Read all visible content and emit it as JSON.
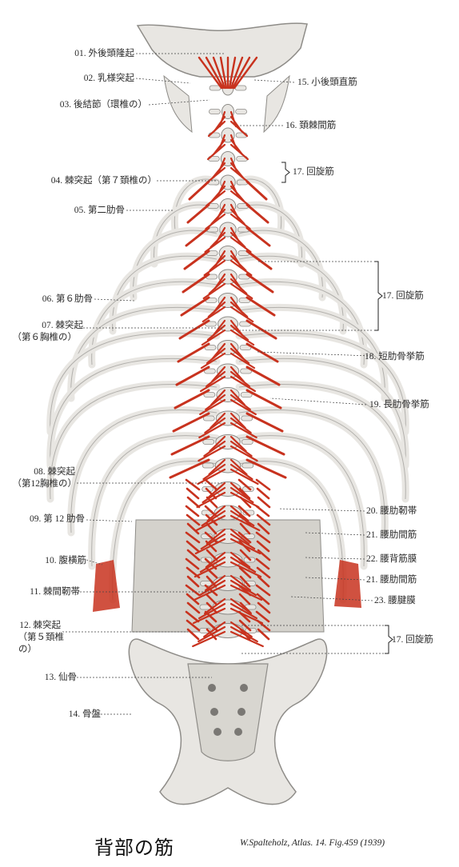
{
  "title": "背部の筋",
  "credit": "W.Spalteholz, Atlas. 14. Fig.459 (1939)",
  "colors": {
    "bone": "#e8e6e2",
    "bone_shadow": "#8e8c88",
    "muscle": "#c8321e",
    "fascia": "#d4d2cc",
    "leader": "#444444"
  },
  "labels_left": [
    {
      "id": "l01",
      "text": "01. 外後頭隆起"
    },
    {
      "id": "l02",
      "text": "02. 乳様突起"
    },
    {
      "id": "l03",
      "text": "03. 後結節（環椎の）"
    },
    {
      "id": "l04",
      "text": "04. 棘突起（第７頚椎の）"
    },
    {
      "id": "l05",
      "text": "05. 第二肋骨"
    },
    {
      "id": "l06",
      "text": "06. 第６肋骨"
    },
    {
      "id": "l07a",
      "text": "07. 棘突起"
    },
    {
      "id": "l07b",
      "text": "（第６胸椎の）"
    },
    {
      "id": "l08a",
      "text": "08. 棘突起"
    },
    {
      "id": "l08b",
      "text": "（第12胸椎の）"
    },
    {
      "id": "l09",
      "text": "09. 第 12 肋骨"
    },
    {
      "id": "l10",
      "text": "10. 腹横筋"
    },
    {
      "id": "l11",
      "text": "11. 棘間靭帯"
    },
    {
      "id": "l12a",
      "text": "12. 棘突起"
    },
    {
      "id": "l12b",
      "text": "（第５頚椎"
    },
    {
      "id": "l12c",
      "text": "の）"
    },
    {
      "id": "l13",
      "text": "13. 仙骨"
    },
    {
      "id": "l14",
      "text": "14. 骨盤"
    }
  ],
  "labels_right": [
    {
      "id": "r15",
      "text": "15. 小後頭直筋"
    },
    {
      "id": "r16",
      "text": "16. 頚棘間筋"
    },
    {
      "id": "r17a",
      "text": "17. 回旋筋"
    },
    {
      "id": "r17b",
      "text": "17. 回旋筋"
    },
    {
      "id": "r18",
      "text": "18. 短肋骨挙筋"
    },
    {
      "id": "r19",
      "text": "19. 長肋骨挙筋"
    },
    {
      "id": "r20",
      "text": "20. 腰肋靭帯"
    },
    {
      "id": "r21a",
      "text": "21. 腰肋間筋"
    },
    {
      "id": "r22",
      "text": "22. 腰背筋膜"
    },
    {
      "id": "r21b",
      "text": "21. 腰肋間筋"
    },
    {
      "id": "r23",
      "text": "23. 腰腱膜"
    },
    {
      "id": "r17c",
      "text": "17. 回旋筋"
    }
  ]
}
